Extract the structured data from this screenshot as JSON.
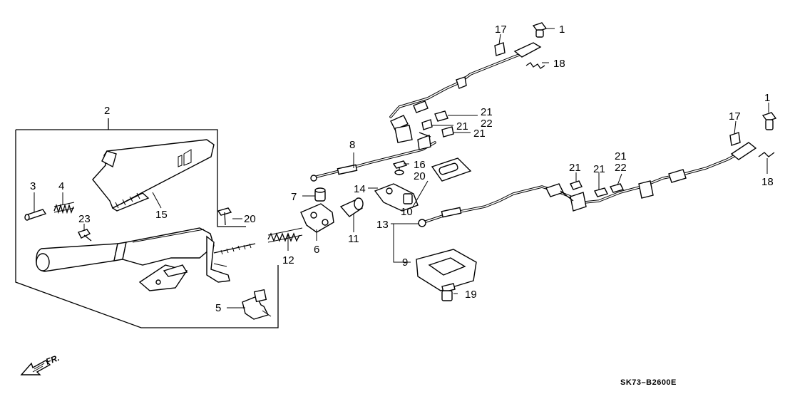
{
  "diagram": {
    "callouts": {
      "c1a": "1",
      "c1b": "1",
      "c2": "2",
      "c3": "3",
      "c4": "4",
      "c5": "5",
      "c6": "6",
      "c7": "7",
      "c8": "8",
      "c9": "9",
      "c10": "10",
      "c11": "11",
      "c12": "12",
      "c13": "13",
      "c14": "14",
      "c15": "15",
      "c16": "16",
      "c17a": "17",
      "c17b": "17",
      "c18a": "18",
      "c18b": "18",
      "c19": "19",
      "c20a": "20",
      "c20b": "20",
      "c21a": "21",
      "c21b": "21",
      "c21c": "21",
      "c21d": "21",
      "c21e": "21",
      "c21f": "21",
      "c22a": "22",
      "c22b": "22",
      "c23": "23"
    },
    "front_indicator": "FR.",
    "diagram_code": "SK73–B2600E"
  }
}
